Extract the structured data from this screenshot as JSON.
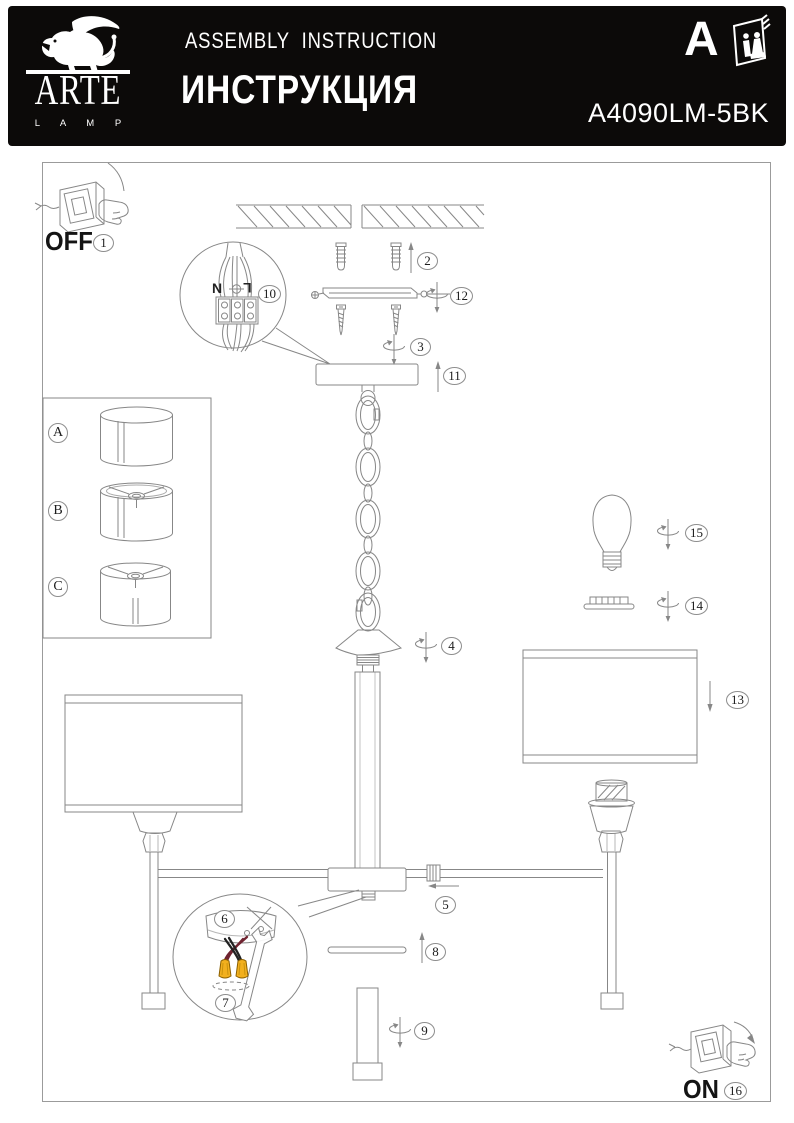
{
  "header": {
    "bar_color": "#0c0a09",
    "text_color": "#ffffff",
    "brand": {
      "name": "ARTE",
      "subname": "L A M P",
      "logo_icon": "winged-lion"
    },
    "title_en": "ASSEMBLY  INSTRUCTION",
    "title_ru": "ИНСТРУКЦИЯ",
    "doc_letter": "A",
    "doc_icon": "instruction-booklet",
    "model": "A4090LM-5BK"
  },
  "diagram": {
    "frame_border": "#9b9b9b",
    "line_color": "#878787",
    "off": {
      "label": "OFF",
      "step": "1"
    },
    "on": {
      "label": "ON",
      "step": "16"
    },
    "terminal_block": {
      "neutral": "N",
      "live": "L",
      "earth_icon": "earth-screw",
      "step": "10"
    },
    "shade_variants": {
      "a": "A",
      "b": "B",
      "c": "C"
    },
    "steps": {
      "s1": "1",
      "s2": "2",
      "s3": "3",
      "s4": "4",
      "s5": "5",
      "s6": "6",
      "s7": "7",
      "s8": "8",
      "s9": "9",
      "s10": "10",
      "s11": "11",
      "s12": "12",
      "s13": "13",
      "s14": "14",
      "s15": "15",
      "s16": "16"
    },
    "colors": {
      "wire_live": "#6f2330",
      "wire_neutral": "#222222",
      "wire_connector": "#f2b01e"
    },
    "icons": {
      "rotate": "rotate-direction-arrow",
      "arrow": "direction-arrow",
      "wrench": "wrench",
      "hand": "hand-pressing-switch",
      "ceiling": "hatched-ceiling",
      "chain": "suspension-chain"
    }
  }
}
